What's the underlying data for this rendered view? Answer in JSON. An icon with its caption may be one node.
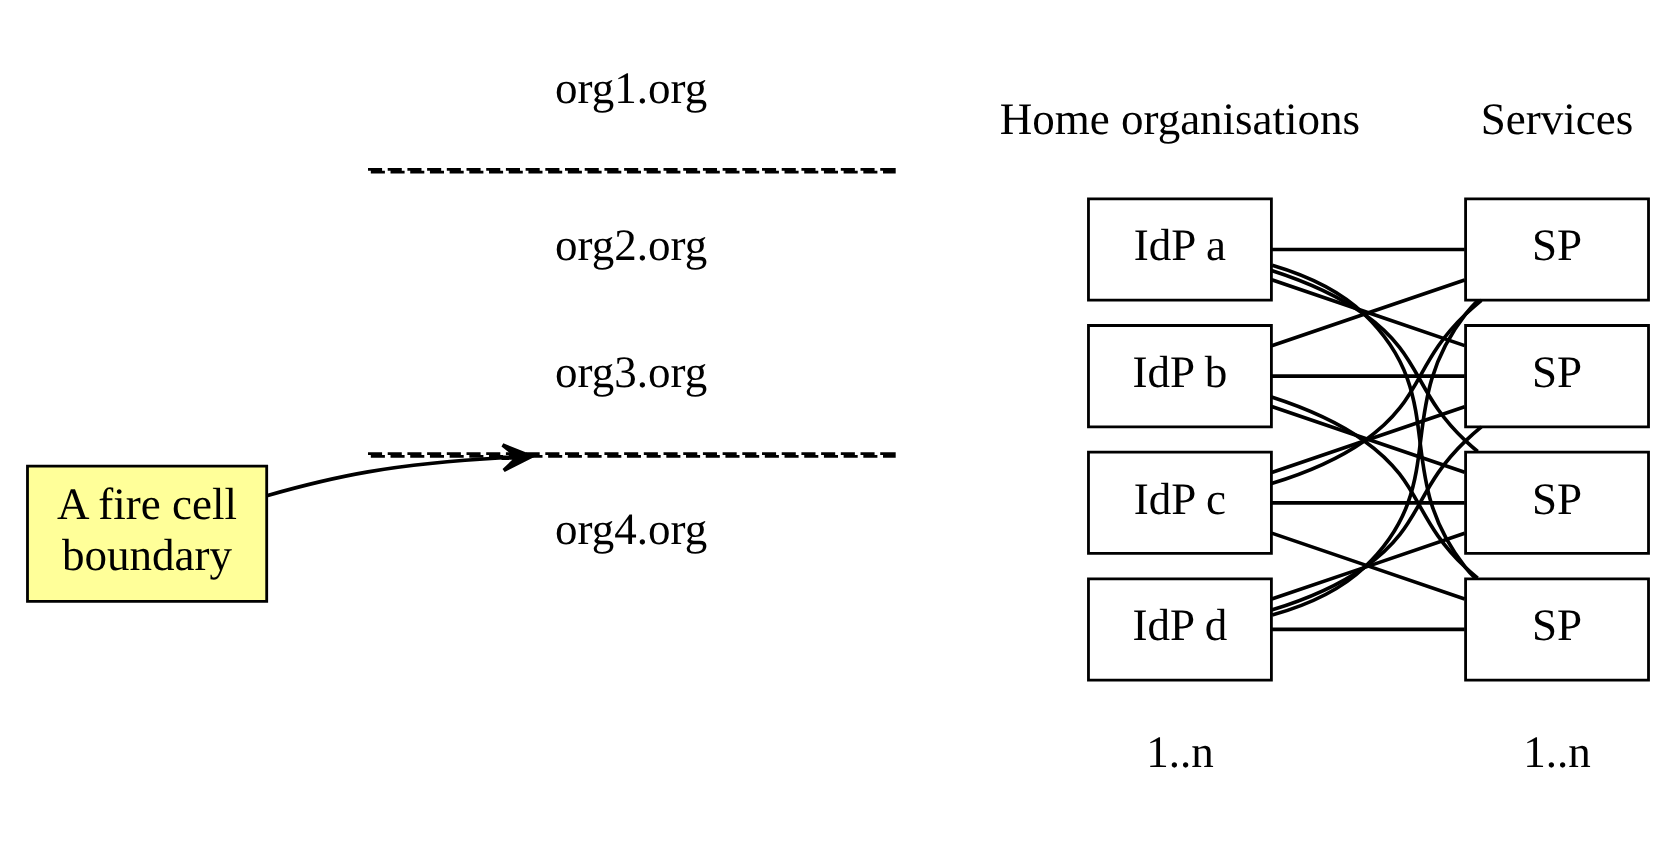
{
  "diagram": {
    "nodes": [
      {
        "text": [
          "A fire cell boundary"
        ]
      },
      {
        "text": [
          "IdP a"
        ]
      },
      {
        "text": [
          "IdP b"
        ]
      },
      {
        "text": [
          "IdP c"
        ]
      },
      {
        "text": [
          "IdP d"
        ]
      },
      {
        "text": [
          "SP"
        ]
      },
      {
        "text": [
          "SP"
        ]
      },
      {
        "text": [
          "SP"
        ]
      },
      {
        "text": [
          "SP"
        ]
      }
    ],
    "edges": [
      {
        "from": 0,
        "to": null,
        "arrow": "to"
      },
      {
        "from": 1,
        "to": 5,
        "arrow": "none"
      },
      {
        "from": 1,
        "to": 6,
        "arrow": "none"
      },
      {
        "from": 1,
        "to": 7,
        "arrow": "none"
      },
      {
        "from": 1,
        "to": 8,
        "arrow": "none"
      },
      {
        "from": 2,
        "to": 5,
        "arrow": "none"
      },
      {
        "from": 2,
        "to": 6,
        "arrow": "none"
      },
      {
        "from": 2,
        "to": 7,
        "arrow": "none"
      },
      {
        "from": 2,
        "to": 8,
        "arrow": "none"
      },
      {
        "from": 3,
        "to": 5,
        "arrow": "none"
      },
      {
        "from": 3,
        "to": 6,
        "arrow": "none"
      },
      {
        "from": 3,
        "to": 7,
        "arrow": "none"
      },
      {
        "from": 3,
        "to": 8,
        "arrow": "none"
      },
      {
        "from": 4,
        "to": 5,
        "arrow": "none"
      },
      {
        "from": 4,
        "to": 6,
        "arrow": "none"
      },
      {
        "from": 4,
        "to": 7,
        "arrow": "none"
      },
      {
        "from": 4,
        "to": 8,
        "arrow": "none"
      }
    ],
    "labels": [
      "Home organisations",
      "Services",
      "org1.org",
      "org2.org",
      "org3.org",
      "org4.org",
      "1..n",
      "1..n"
    ]
  }
}
